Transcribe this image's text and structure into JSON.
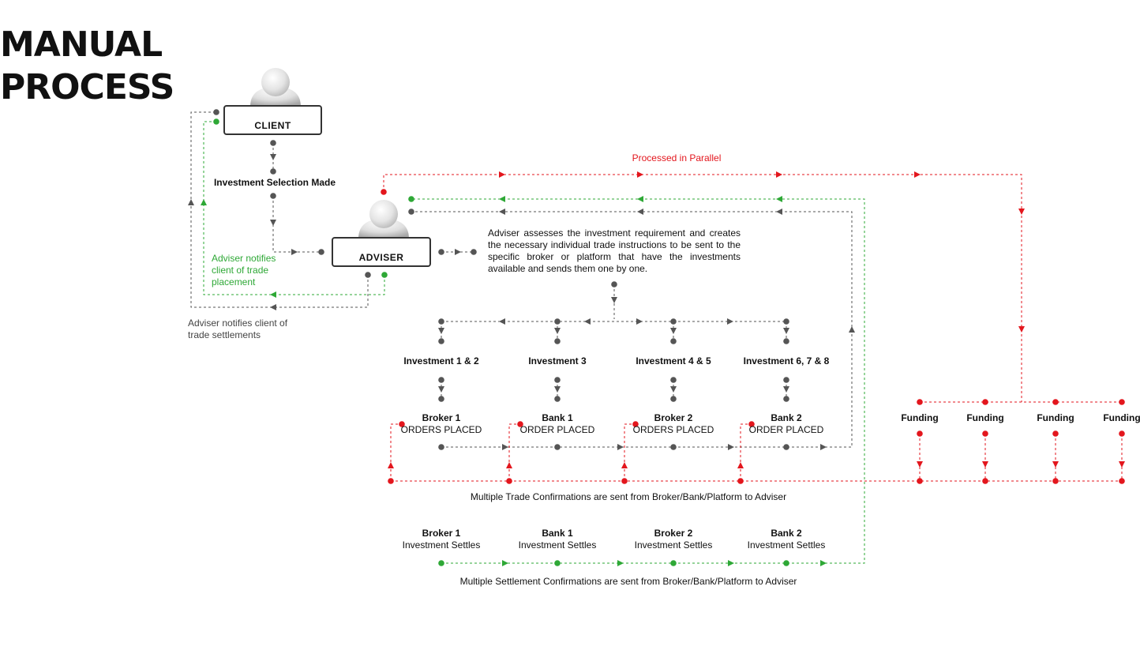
{
  "title": {
    "line1": "MANUAL",
    "line2": "PROCESS"
  },
  "actors": {
    "client": "CLIENT",
    "adviser": "ADVISER"
  },
  "steps": {
    "investment_selection": "Investment Selection Made",
    "processed_in_parallel": "Processed in Parallel",
    "adviser_assesses": "Adviser assesses the investment requirement and creates the necessary individual trade instructions to be sent to the specific broker or platform that have the investments available and sends them one by one.",
    "notify_placement": [
      "Adviser notifies",
      "client of trade",
      "placement"
    ],
    "notify_settlements": [
      "Adviser notifies client of",
      "trade settlements"
    ]
  },
  "investments": [
    "Investment 1 & 2",
    "Investment 3",
    "Investment 4 & 5",
    "Investment 6, 7 & 8"
  ],
  "orders": [
    {
      "name": "Broker 1",
      "status": "ORDERS PLACED"
    },
    {
      "name": "Bank 1",
      "status": "ORDER PLACED"
    },
    {
      "name": "Broker 2",
      "status": "ORDERS PLACED"
    },
    {
      "name": "Bank 2",
      "status": "ORDER PLACED"
    }
  ],
  "funding": [
    "Funding",
    "Funding",
    "Funding",
    "Funding"
  ],
  "trade_confirmations": "Multiple Trade Confirmations are sent from Broker/Bank/Platform to Adviser",
  "settlements": [
    {
      "name": "Broker 1",
      "status": "Investment Settles"
    },
    {
      "name": "Bank 1",
      "status": "Investment Settles"
    },
    {
      "name": "Broker 2",
      "status": "Investment Settles"
    },
    {
      "name": "Bank 2",
      "status": "Investment Settles"
    }
  ],
  "settlement_confirmations": "Multiple Settlement  Confirmations are sent from Broker/Bank/Platform to Adviser",
  "colors": {
    "grey": "#555555",
    "red": "#e3161d",
    "green": "#2ea836"
  }
}
